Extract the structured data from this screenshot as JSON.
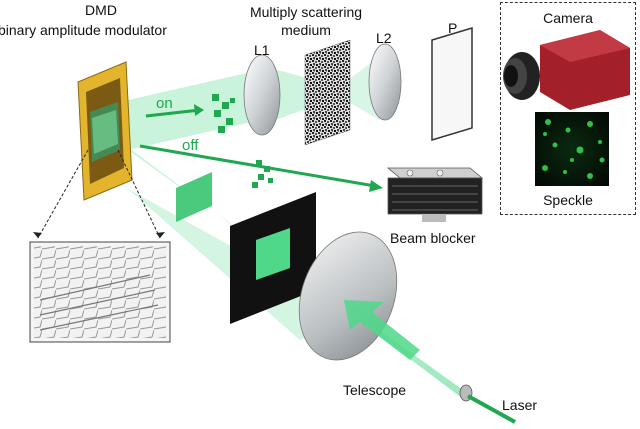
{
  "labels": {
    "dmd_line1": "DMD",
    "dmd_line2": "binary amplitude modulator",
    "medium_line1": "Multiply scattering",
    "medium_line2": "medium",
    "l1": "L1",
    "l2": "L2",
    "p": "P",
    "camera": "Camera",
    "speckle": "Speckle",
    "on": "on",
    "off": "off",
    "beam_blocker": "Beam blocker",
    "telescope": "Telescope",
    "laser": "Laser"
  },
  "colors": {
    "beam": "#4fd88a",
    "beam_dark": "#1fa84f",
    "dmd_gold": "#e3b52c",
    "camera_red": "#a3202a",
    "blocker_black": "#111111"
  }
}
